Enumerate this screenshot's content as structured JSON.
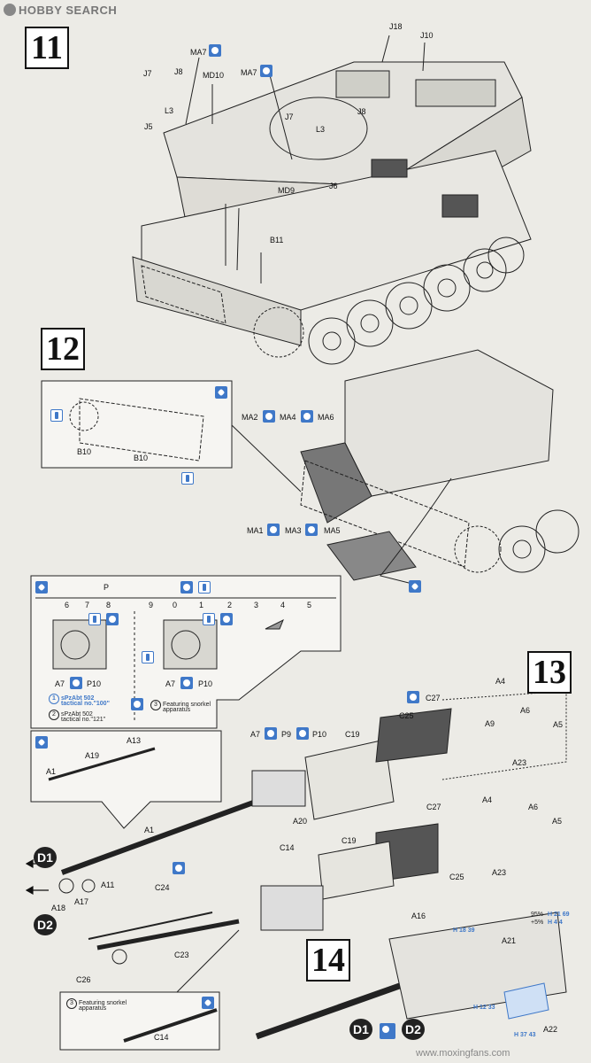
{
  "header": {
    "logo": "HOBBY SEARCH"
  },
  "watermark": "www.moxingfans.com",
  "steps": {
    "s11": "11",
    "s12": "12",
    "s13": "13",
    "s14": "14"
  },
  "labels": {
    "J18": "J18",
    "J10": "J10",
    "MA7a": "MA7",
    "MA7b": "MA7",
    "J7a": "J7",
    "J8a": "J8",
    "MD10": "MD10",
    "L3a": "L3",
    "J5": "J5",
    "J7b": "J7",
    "J8b": "J8",
    "L3b": "L3",
    "MD9": "MD9",
    "J6": "J6",
    "B11": "B11",
    "MA2": "MA2",
    "MA4": "MA4",
    "MA6": "MA6",
    "B10a": "B10",
    "B10b": "B10",
    "MA1": "MA1",
    "MA3": "MA3",
    "MA5": "MA5",
    "A4a": "A4",
    "C27a": "C27",
    "A6a": "A6",
    "C25a": "C25",
    "A9": "A9",
    "A5a": "A5",
    "A7c": "A7",
    "P9": "P9",
    "P10c": "P10",
    "C19a": "C19",
    "A23a": "A23",
    "A13": "A13",
    "A19": "A19",
    "A1a": "A1",
    "A20": "A20",
    "C27b": "C27",
    "A4b": "A4",
    "A6b": "A6",
    "A5b": "A5",
    "A1b": "A1",
    "C19b": "C19",
    "C14a": "C14",
    "A23b": "A23",
    "C25b": "C25",
    "A11": "A11",
    "A18": "A18",
    "A17": "A17",
    "C24": "C24",
    "C23": "C23",
    "C26": "C26",
    "A16": "A16",
    "A21": "A21",
    "A22": "A22",
    "C14b": "C14"
  },
  "decal_box": {
    "label_P": "P",
    "scale": [
      "6",
      "7",
      "8",
      "9",
      "0",
      "1",
      "2",
      "3",
      "4",
      "5"
    ],
    "A7a": "A7",
    "P10a": "P10",
    "A7b": "A7",
    "P10b": "P10",
    "opt1_line1": "sPzAbt 502",
    "opt1_line2": "tactical no.\"100\"",
    "opt2_line1": "sPzAbt 502",
    "opt2_line2": "tactical no.\"121\"",
    "opt3_line1": "Featuring snorkel",
    "opt3_line2": "apparatus",
    "opt1_num": "1",
    "opt2_num": "2",
    "opt3_num": "3"
  },
  "snorkel_box": {
    "num": "3",
    "line1": "Featuring snorkel",
    "line2": "apparatus"
  },
  "badges": {
    "d1a": "D1",
    "d2a": "D2",
    "d1b": "D1",
    "d2b": "D2"
  },
  "paint_codes": {
    "pct1": "95%",
    "code1": "H 21 69",
    "pct2": "+5%",
    "code2": "H 4 4",
    "h18": "H 18 39",
    "h12": "H 12 33",
    "h37": "H 37 43"
  },
  "colors": {
    "accent": "#3f78c8",
    "ink": "#111111",
    "paper": "#ecebe6"
  }
}
